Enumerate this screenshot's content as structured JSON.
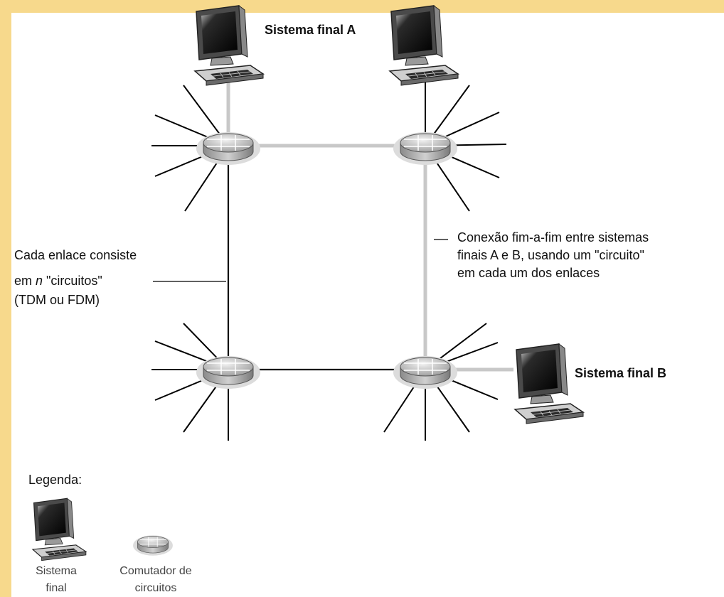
{
  "colors": {
    "background_frame": "#F7D98C",
    "panel": "#FFFFFF",
    "end_to_end_circuit": "#C8C8C8",
    "link": "#000000"
  },
  "labels": {
    "host_a": "Sistema final A",
    "host_b": "Sistema final B",
    "link_note": [
      "Cada enlace consiste",
      "em n \"circuitos\"",
      "(TDM ou FDM)"
    ],
    "link_note_n": "n",
    "connection_note": [
      "Conexão fim-a-fim entre sistemas",
      "finais A e B, usando um \"circuito\"",
      "em cada um dos enlaces"
    ]
  },
  "legend": {
    "title": "Legenda:",
    "items": [
      {
        "icon": "computer-icon",
        "label": [
          "Sistema",
          "final"
        ]
      },
      {
        "icon": "circuit-switch-icon",
        "label": [
          "Comutador de",
          "circuitos"
        ]
      }
    ]
  }
}
